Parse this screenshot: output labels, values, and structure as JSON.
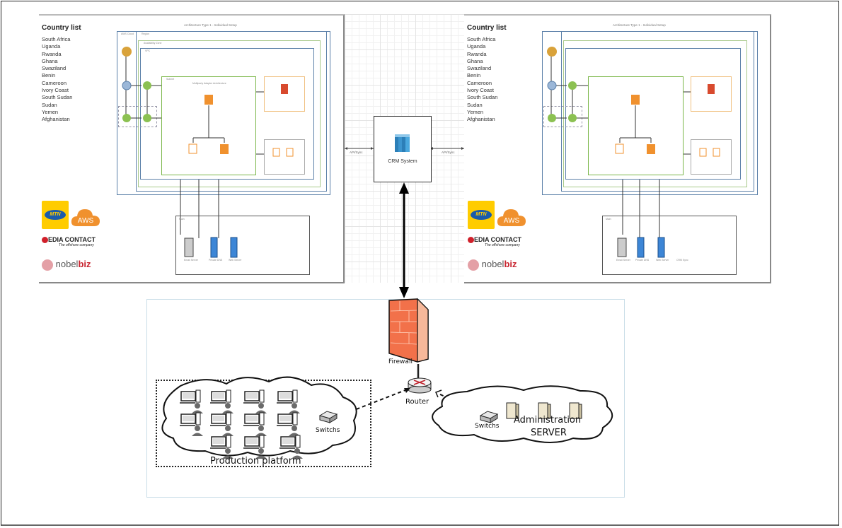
{
  "panels": {
    "left": {
      "country_title": "Country list",
      "countries": [
        "South Africa",
        "Uganda",
        "Rwanda",
        "Ghana",
        "Swaziland",
        "Benin",
        "Cameroon",
        "Ivory Coast",
        "South Sudan",
        "Sudan",
        "Yemen",
        "Afghanistan"
      ],
      "arch_title": "Architecture Type 1 - Individual Setup",
      "cloud_label": "AWS Cloud",
      "region_label": "Region",
      "vpc_label": "VPC",
      "az_label": "Availability Zone",
      "subnet_label": "Subnet",
      "inner_title": "Multiparty Adapter Architecture",
      "onprem_label": "Main",
      "onprem_items": [
        "Email Server",
        "Private DNS",
        "Web Server"
      ],
      "logos": {
        "mtn": "MTN",
        "aws": "AWS",
        "media": "EDIA CONTACT",
        "media_tag": "The offshore company",
        "nobel_a": "nobel",
        "nobel_b": "biz"
      }
    },
    "right": {
      "country_title": "Country list",
      "countries": [
        "South Africa",
        "Uganda",
        "Rwanda",
        "Ghana",
        "Swaziland",
        "Benin",
        "Cameroon",
        "Ivory Coast",
        "South Sudan",
        "Sudan",
        "Yemen",
        "Afghanistan"
      ],
      "arch_title": "Architecture Type 1 - Individual Setup",
      "onprem_label": "Main",
      "onprem_items": [
        "Email Server",
        "Private DNS",
        "Web Server",
        "CRM Sync"
      ],
      "logos": {
        "mtn": "MTN",
        "aws": "AWS",
        "media": "EDIA CONTACT",
        "media_tag": "The offshore company",
        "nobel_a": "nobel",
        "nobel_b": "biz"
      }
    }
  },
  "crm": {
    "label": "CRM System",
    "api_left": "API/Sync",
    "api_right": "API/Sync"
  },
  "network": {
    "firewall": "Firewall",
    "router": "Router",
    "switch_left": "Switchs",
    "switch_right": "Switchs",
    "production": "Production platform",
    "admin_line1": "Administration",
    "admin_line2": "SERVER"
  },
  "colors": {
    "firewall": "#f2714a",
    "aws_orange": "#f0912e",
    "mtn_yellow": "#ffcc00",
    "vpc_blue": "#5a7fa8",
    "az_green": "#7ab648"
  }
}
